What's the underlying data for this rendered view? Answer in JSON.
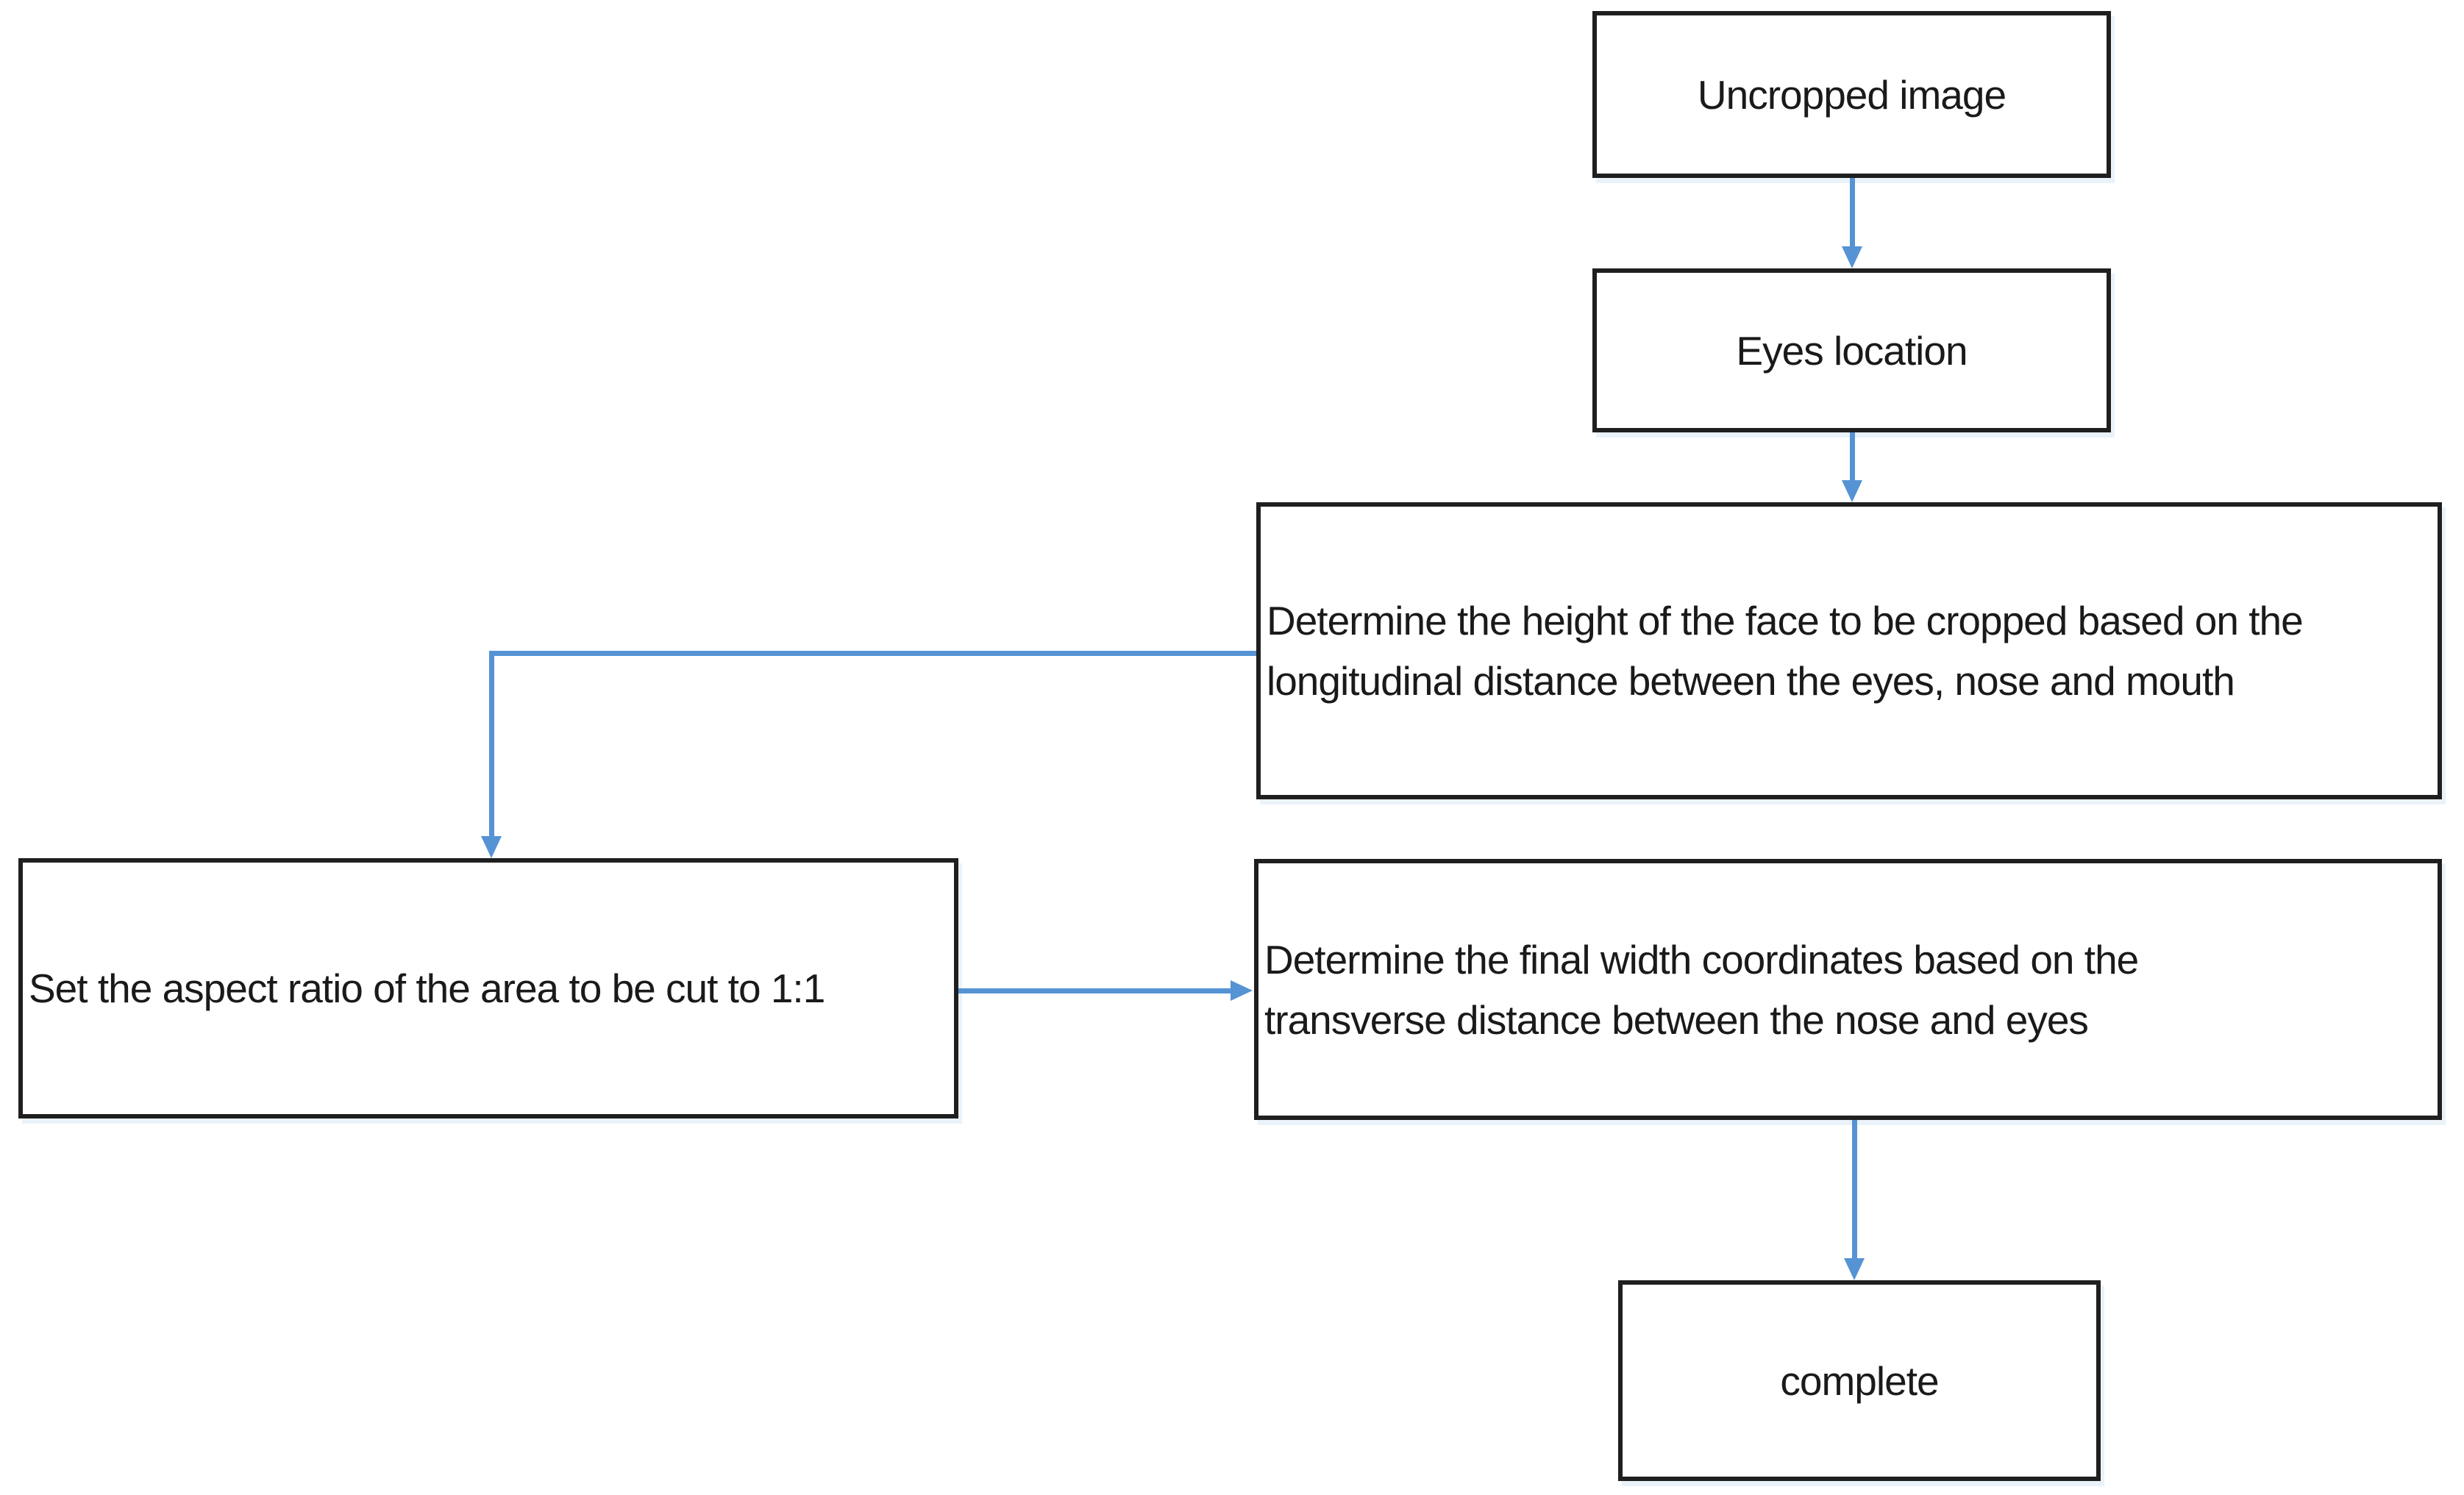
{
  "flowchart": {
    "background": "#ffffff",
    "colors": {
      "box_border": "#1f1f1f",
      "text": "#1a1a1a",
      "arrow": "#5593d4"
    },
    "nodes": {
      "uncropped": {
        "label": "Uncropped image"
      },
      "eyes": {
        "label": "Eyes location"
      },
      "determine_height": {
        "line1": "Determine the height of the face to be cropped based on the",
        "line2": "longitudinal distance between the eyes, nose and mouth"
      },
      "set_aspect": {
        "label": "Set the aspect ratio of the area to be cut to 1:1"
      },
      "determine_width": {
        "line1": "Determine the final width coordinates based on the",
        "line2": "transverse distance between the nose and eyes"
      },
      "complete": {
        "label": "complete"
      }
    },
    "edges": [
      {
        "from": "uncropped",
        "to": "eyes"
      },
      {
        "from": "eyes",
        "to": "determine_height"
      },
      {
        "from": "determine_height",
        "to": "set_aspect"
      },
      {
        "from": "set_aspect",
        "to": "determine_width"
      },
      {
        "from": "determine_width",
        "to": "complete"
      }
    ]
  }
}
